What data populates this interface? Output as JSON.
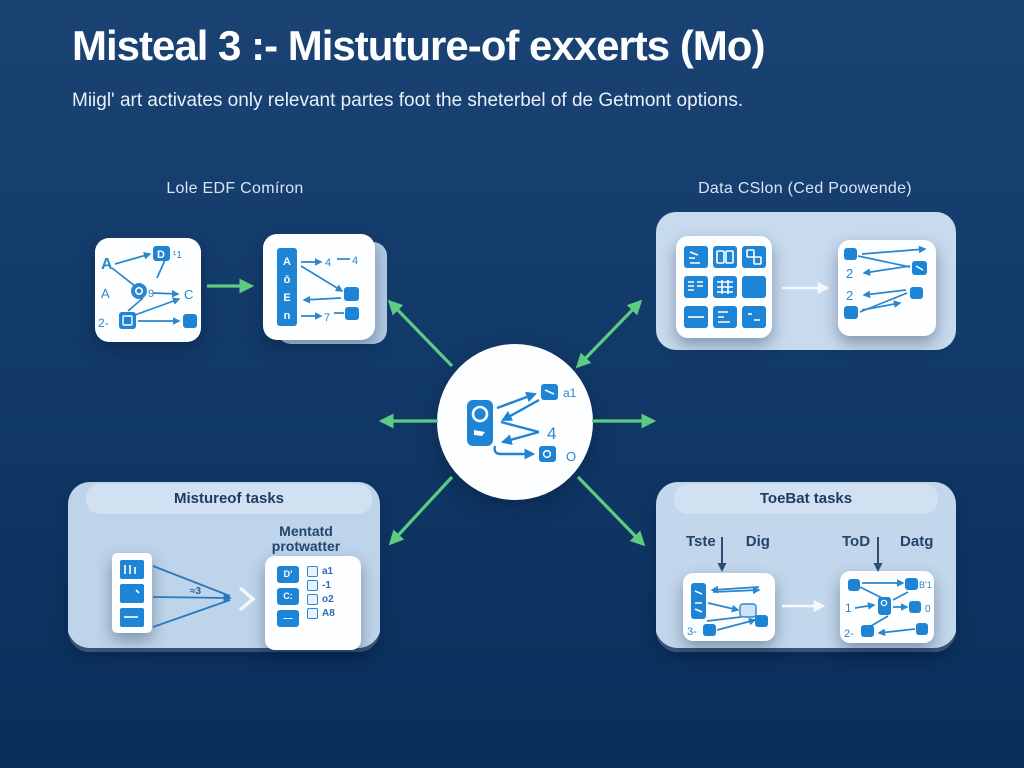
{
  "title": "Misteal 3 :- Mistuture-of exxerts (Mo)",
  "subtitle": "Miigl' art activates only relevant partes foot the sheterbel of de Getmont options.",
  "colors": {
    "background_top": "#1a4273",
    "background_bottom": "#0a2e5a",
    "panel_light": "#c7daee",
    "panel_header": "#d2e1f1",
    "box_white": "#fdfeff",
    "icon_blue": "#1e84d6",
    "stroke_blue": "#2b86cc",
    "arrow_green": "#5ecb82",
    "text_light": "#d9e6f4",
    "text_dark": "#1e3c63"
  },
  "section_labels": {
    "top_left": "Lole EDF Comíron",
    "top_right": "Data CSlon (Ced Poowende)"
  },
  "top_left_group": {
    "box1": {
      "a_bold": "A",
      "a": "A",
      "two": "2-",
      "nine": "9",
      "c": "C",
      "chip_d": "D",
      "sup": "¹1"
    },
    "box2": {
      "letters": [
        "A",
        "ō",
        "E",
        "n"
      ],
      "r1a": "4",
      "r1b": "4",
      "r3a": "7"
    }
  },
  "top_right_group": {
    "grid_icon_names": [
      "scribble-icon",
      "book-icon",
      "shapes-icon",
      "dots-grid-icon",
      "table-icon",
      "plain-icon",
      "dash-icon",
      "list-icon",
      "percent-icon"
    ],
    "row2": "2",
    "row3": "2"
  },
  "center": {
    "top_label": "a1",
    "mid_label": "4",
    "bottom_label": "O"
  },
  "bottom_left_group": {
    "header": "Mistureof tasks",
    "sublabel_line1": "Mentatd",
    "sublabel_line2": "protwatter",
    "mid_glyph": "≈3",
    "chips": [
      "D'",
      "C:",
      "—"
    ],
    "rows": [
      "a1",
      "-1",
      "o2",
      "A8"
    ]
  },
  "bottom_right_group": {
    "header": "ToeBat tasks",
    "pair1_left": "Tste",
    "pair1_right": "Dig",
    "pair2_left": "ToD",
    "pair2_right": "Datg",
    "box1_num": "3-",
    "box2_n1": "1",
    "box2_n2": "2-",
    "box2_tr": "B'1",
    "box2_mr": "0"
  }
}
